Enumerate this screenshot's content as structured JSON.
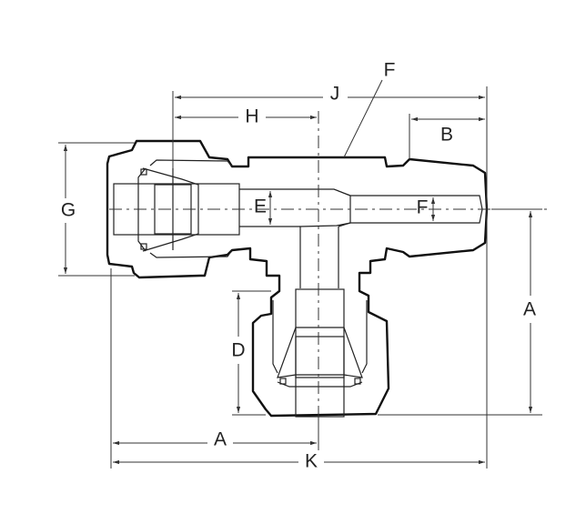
{
  "drawing": {
    "title": "Union Tee fitting dimension drawing",
    "labels": {
      "A_bottom": "A",
      "A_right": "A",
      "B": "B",
      "D": "D",
      "E": "E",
      "F_top": "F",
      "F_inner": "F",
      "G": "G",
      "H": "H",
      "J": "J",
      "K": "K"
    },
    "colors": {
      "line": "#111111",
      "background": "#ffffff"
    }
  }
}
